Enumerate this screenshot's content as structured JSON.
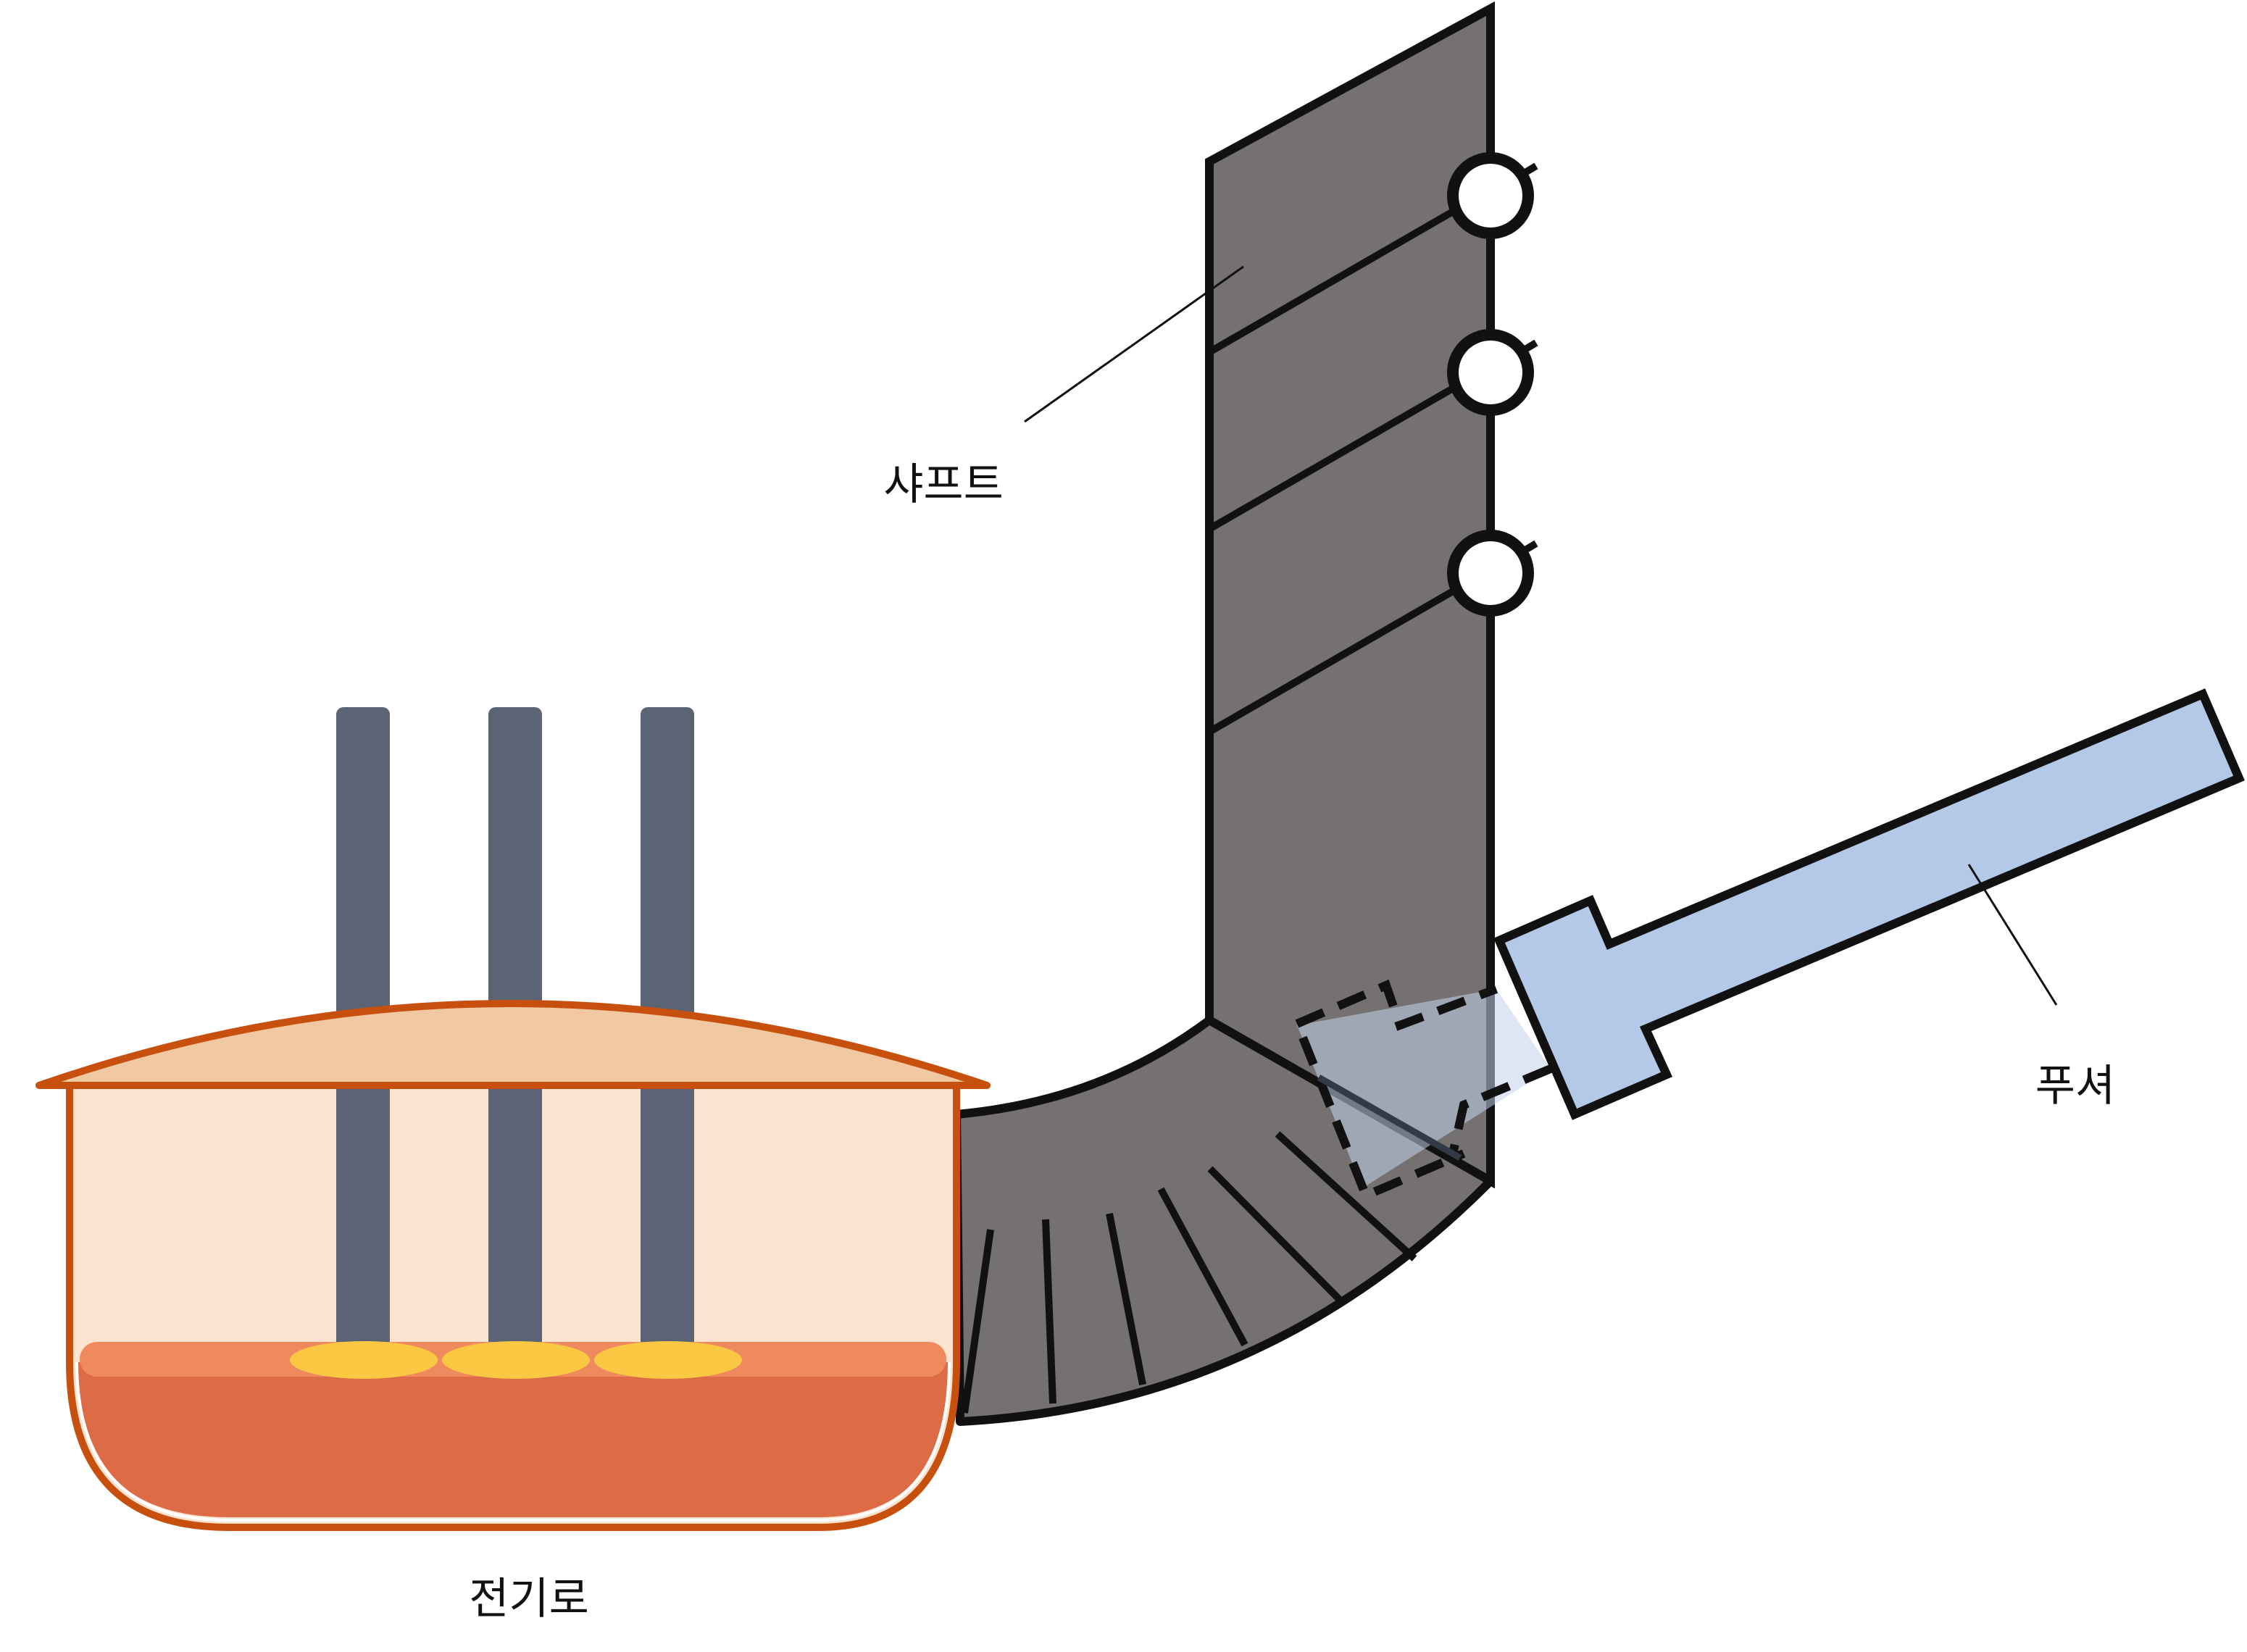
{
  "labels": {
    "shaft": "샤프트",
    "pusher": "푸셔",
    "furnace": "전기로"
  },
  "components": {
    "electrodes": [
      "electrode-1",
      "electrode-2",
      "electrode-3"
    ],
    "burners": [
      "burner-1",
      "burner-2",
      "burner-3"
    ],
    "sensors": [
      "sensor-1",
      "sensor-2",
      "sensor-3"
    ]
  },
  "colors": {
    "shaft_fill": "#747170",
    "outline": "#111111",
    "pusher_fill": "#b4c8e8",
    "electrode": "#5a6474",
    "furnace_rim": "#c8500e",
    "furnace_roof": "#f0c8a2",
    "furnace_body": "#fbe3cf",
    "slag": "#ef8a5e",
    "melt": "#dd6b45",
    "arc": "#fbc843"
  }
}
